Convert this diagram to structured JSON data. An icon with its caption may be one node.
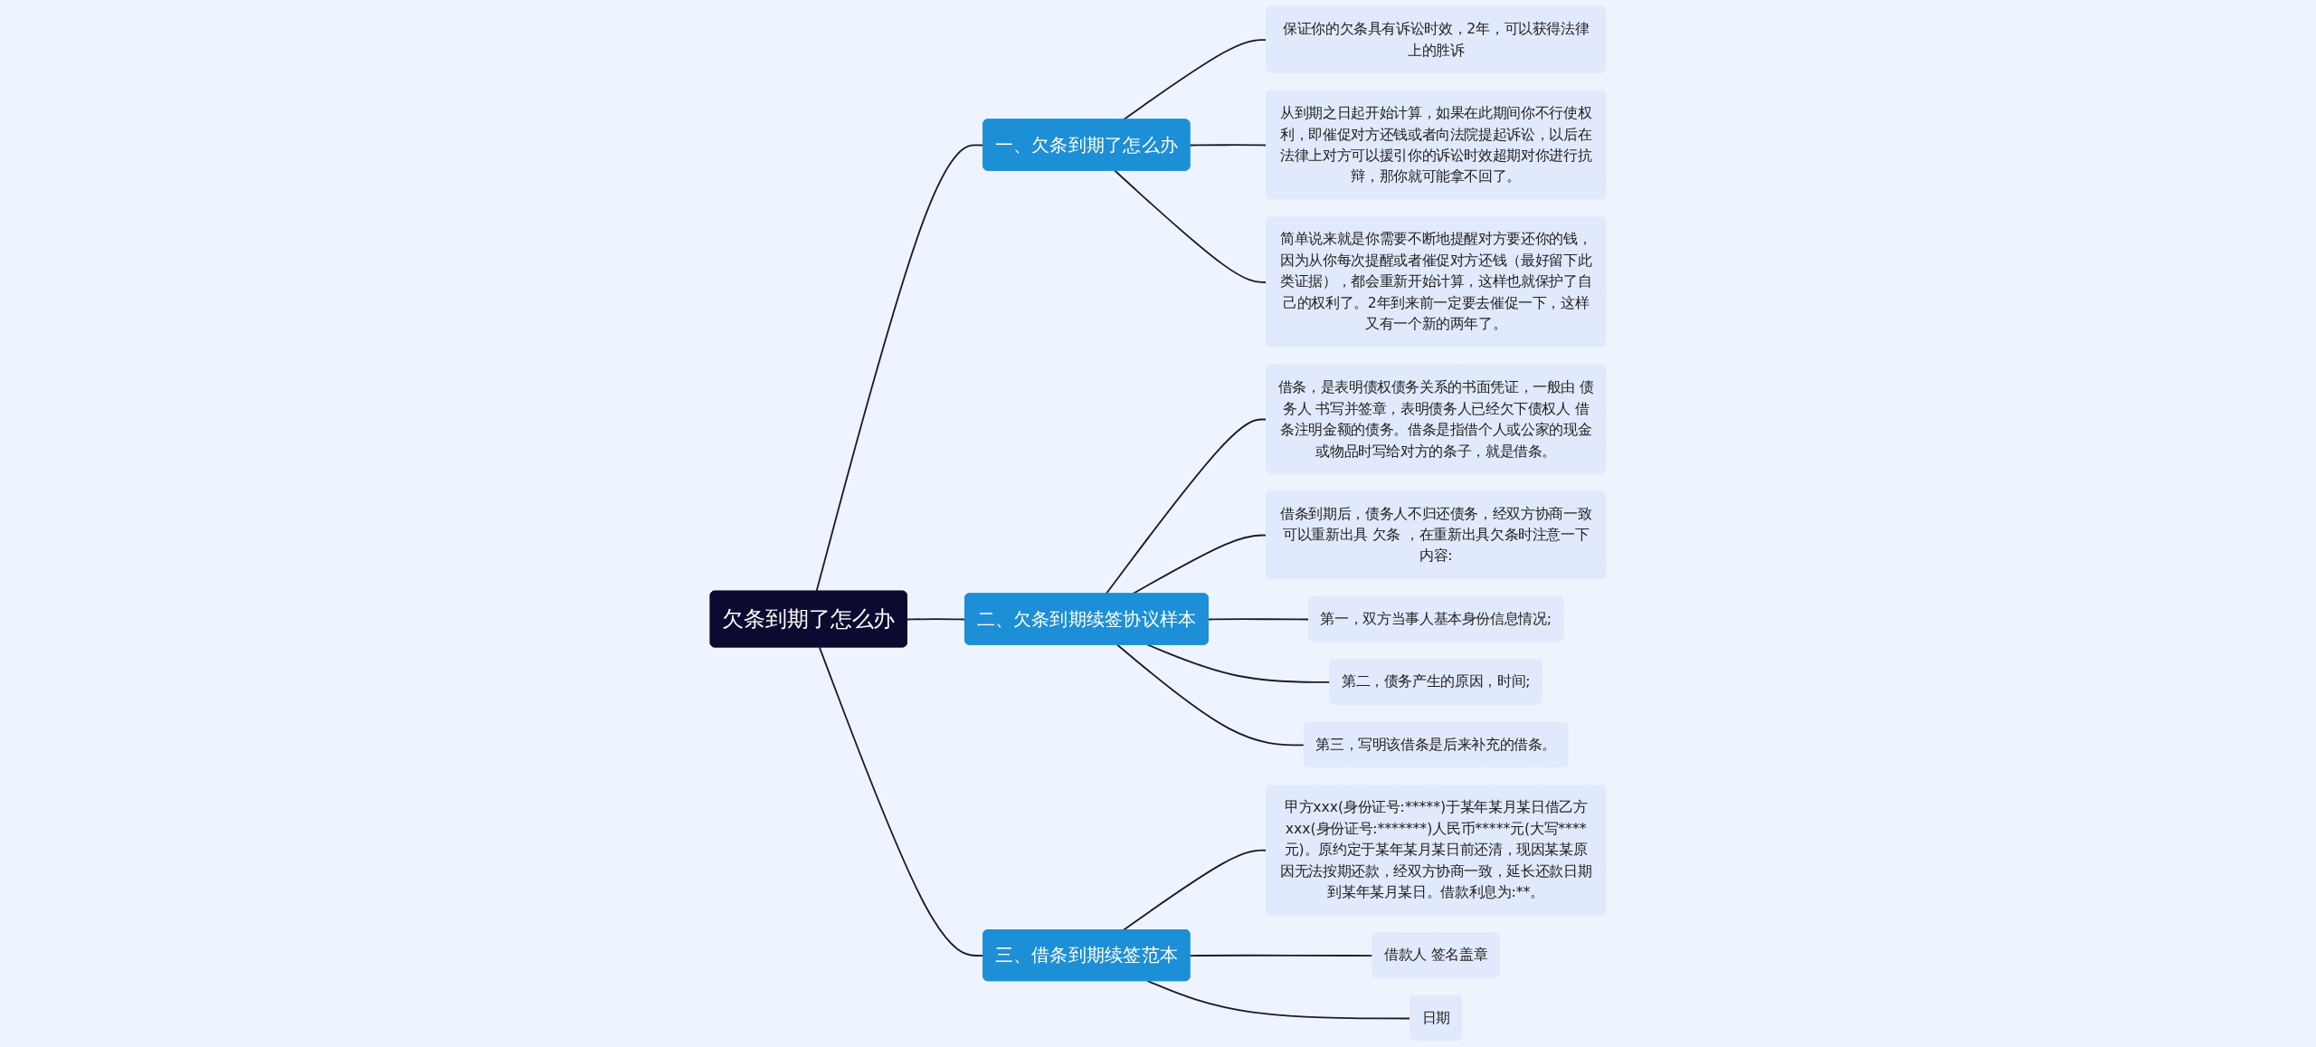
{
  "diagram": {
    "nodes": [
      {
        "text": [
          "欠条到期了怎么办"
        ]
      },
      {
        "text": [
          "一、欠条到期了怎么办"
        ]
      },
      {
        "text": [
          "保证你的欠条具有诉讼时效，2年，可以获得法律上的胜诉"
        ]
      },
      {
        "text": [
          "从到期之日起开始计算，如果在此期间你不行使权利，即催促对方还钱或者向法院提起诉讼，以后在法律上对方可以援引你的诉讼时效超期对你进行抗辩，那你就可能拿不回了。"
        ]
      },
      {
        "text": [
          "简单说来就是你需要不断地提醒对方要还你的钱，因为从你每次提醒或者催促对方还钱（最好留下此类证据），都会重新开始计算，这样也就保护了自己的权利了。2年到来前一定要去催促一下，这样又有一个新的两年了。"
        ]
      },
      {
        "text": [
          "二、欠条到期续签协议样本"
        ]
      },
      {
        "text": [
          "借条，是表明债权债务关系的书面凭证，一般由 债务人 书写并签章，表明债务人已经欠下债权人 借条注明金额的债务。借条是指借个人或公家的现金或物品时写给对方的条子，就是借条。"
        ]
      },
      {
        "text": [
          "借条到期后，债务人不归还债务，经双方协商一致可以重新出具 欠条 ，在重新出具欠条时注意一下内容:"
        ]
      },
      {
        "text": [
          "第一，双方当事人基本身份信息情况;"
        ]
      },
      {
        "text": [
          "第二，债务产生的原因，时间;"
        ]
      },
      {
        "text": [
          "第三，写明该借条是后来补充的借条。"
        ]
      },
      {
        "text": [
          "三、借条到期续签范本"
        ]
      },
      {
        "text": [
          "甲方xxx(身份证号:*****)于某年某月某日借乙方xxx(身份证号:*******)人民币*****元(大写****元)。原约定于某年某月某日前还清，现因某某原因无法按期还款，经双方协商一致，延长还款日期到某年某月某日。借款利息为:**。"
        ]
      },
      {
        "text": [
          "借款人 签名盖章"
        ]
      },
      {
        "text": [
          "日期"
        ]
      }
    ],
    "edges": [
      {
        "from": 0,
        "to": 1,
        "arrow": "none"
      },
      {
        "from": 1,
        "to": 2,
        "arrow": "none"
      },
      {
        "from": 1,
        "to": 3,
        "arrow": "none"
      },
      {
        "from": 1,
        "to": 4,
        "arrow": "none"
      },
      {
        "from": 0,
        "to": 5,
        "arrow": "none"
      },
      {
        "from": 5,
        "to": 6,
        "arrow": "none"
      },
      {
        "from": 5,
        "to": 7,
        "arrow": "none"
      },
      {
        "from": 5,
        "to": 8,
        "arrow": "none"
      },
      {
        "from": 5,
        "to": 9,
        "arrow": "none"
      },
      {
        "from": 5,
        "to": 10,
        "arrow": "none"
      },
      {
        "from": 0,
        "to": 11,
        "arrow": "none"
      },
      {
        "from": 11,
        "to": 12,
        "arrow": "none"
      },
      {
        "from": 11,
        "to": 13,
        "arrow": "none"
      },
      {
        "from": 11,
        "to": 14,
        "arrow": "none"
      }
    ]
  }
}
